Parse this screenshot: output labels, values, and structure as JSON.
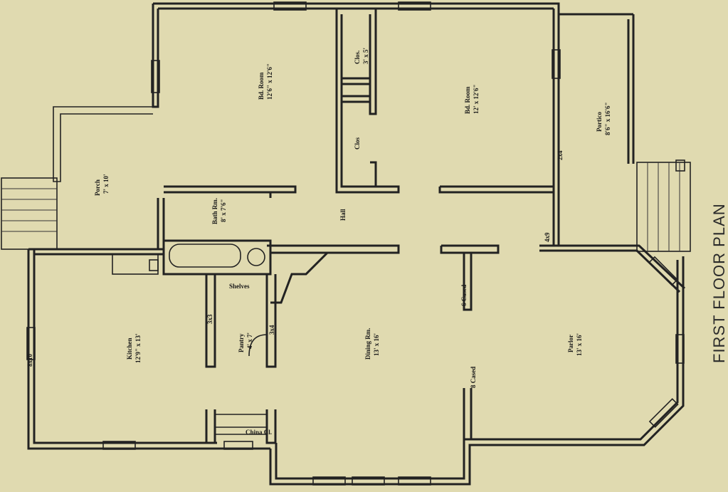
{
  "plan": {
    "title": "FIRST FLOOR PLAN",
    "rooms": [
      {
        "id": "bed-room-1",
        "name": "Bd. Room",
        "size": "12'6\" x 12'6\""
      },
      {
        "id": "bed-room-2",
        "name": "Bd. Room",
        "size": "12' x 12'6\""
      },
      {
        "id": "porch",
        "name": "Porch",
        "size": "7' x 10'"
      },
      {
        "id": "portico",
        "name": "Portico",
        "size": "8'6\" x 16'6\""
      },
      {
        "id": "bath-room",
        "name": "Bath Rm.",
        "size": "8' x 7'6\""
      },
      {
        "id": "hall",
        "name": "Hall",
        "size": ""
      },
      {
        "id": "kitchen",
        "name": "Kitchen",
        "size": "12'9\" x 13'"
      },
      {
        "id": "pantry",
        "name": "Pantry",
        "size": "4' x 7'"
      },
      {
        "id": "dining-room",
        "name": "Dining Rm.",
        "size": "13' x 16'"
      },
      {
        "id": "parlor",
        "name": "Parlor",
        "size": "13' x 16'"
      },
      {
        "id": "closet",
        "name": "Clos.",
        "size": "3' x 5'"
      },
      {
        "id": "closet-2",
        "name": "Clos",
        "size": ""
      }
    ],
    "notes": [
      "China Cl.",
      "Shelves",
      "3x3",
      "3x4",
      "2x4",
      "8 Cased",
      "6 Cased",
      "4x9",
      "8x10"
    ]
  }
}
